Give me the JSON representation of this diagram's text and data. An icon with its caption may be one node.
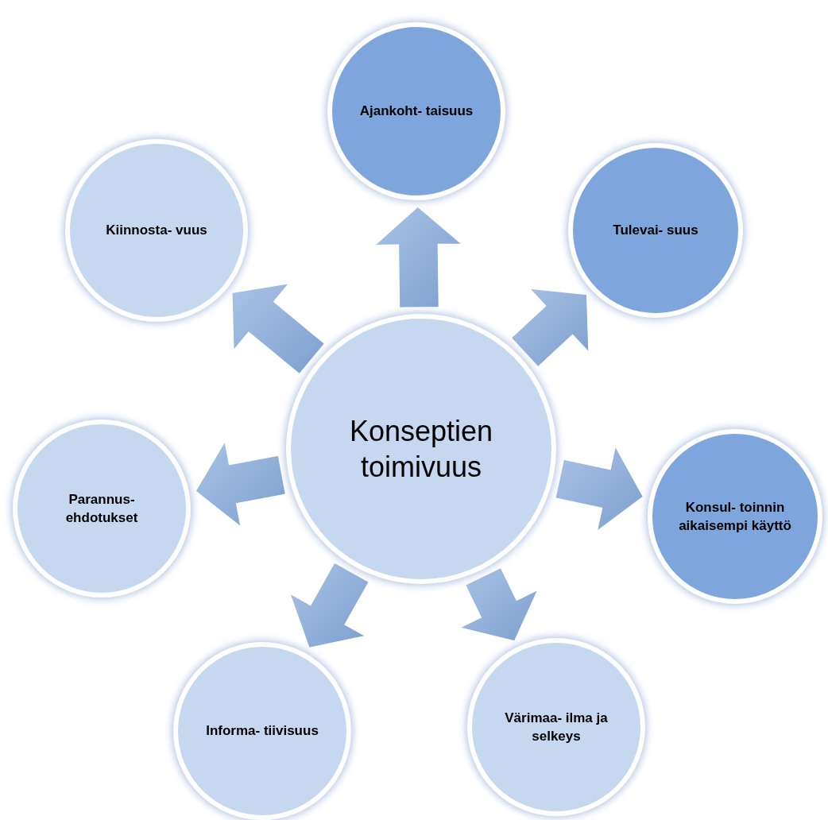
{
  "diagram": {
    "nodes": [
      {
        "text": [
          "Konseptien toimivuus"
        ]
      },
      {
        "text": [
          "Ajankoht- taisuus"
        ]
      },
      {
        "text": [
          "Tulevai- suus"
        ]
      },
      {
        "text": [
          "Konsul- toinnin aikaisempi käyttö"
        ]
      },
      {
        "text": [
          "Värimaa- ilma ja selkeys"
        ]
      },
      {
        "text": [
          "Informa- tiivisuus"
        ]
      },
      {
        "text": [
          "Parannus- ehdotukset"
        ]
      },
      {
        "text": [
          "Kiinnosta- vuus"
        ]
      }
    ],
    "edges": [
      {
        "from": 0,
        "to": 1,
        "arrow": "to",
        "style": "thick"
      },
      {
        "from": 0,
        "to": 2,
        "arrow": "to",
        "style": "thick"
      },
      {
        "from": 0,
        "to": 3,
        "arrow": "to",
        "style": "thick"
      },
      {
        "from": 0,
        "to": 4,
        "arrow": "to",
        "style": "thick"
      },
      {
        "from": 0,
        "to": 5,
        "arrow": "to",
        "style": "thick"
      },
      {
        "from": 0,
        "to": 6,
        "arrow": "to",
        "style": "thick"
      },
      {
        "from": 0,
        "to": 7,
        "arrow": "to",
        "style": "thick"
      }
    ]
  }
}
